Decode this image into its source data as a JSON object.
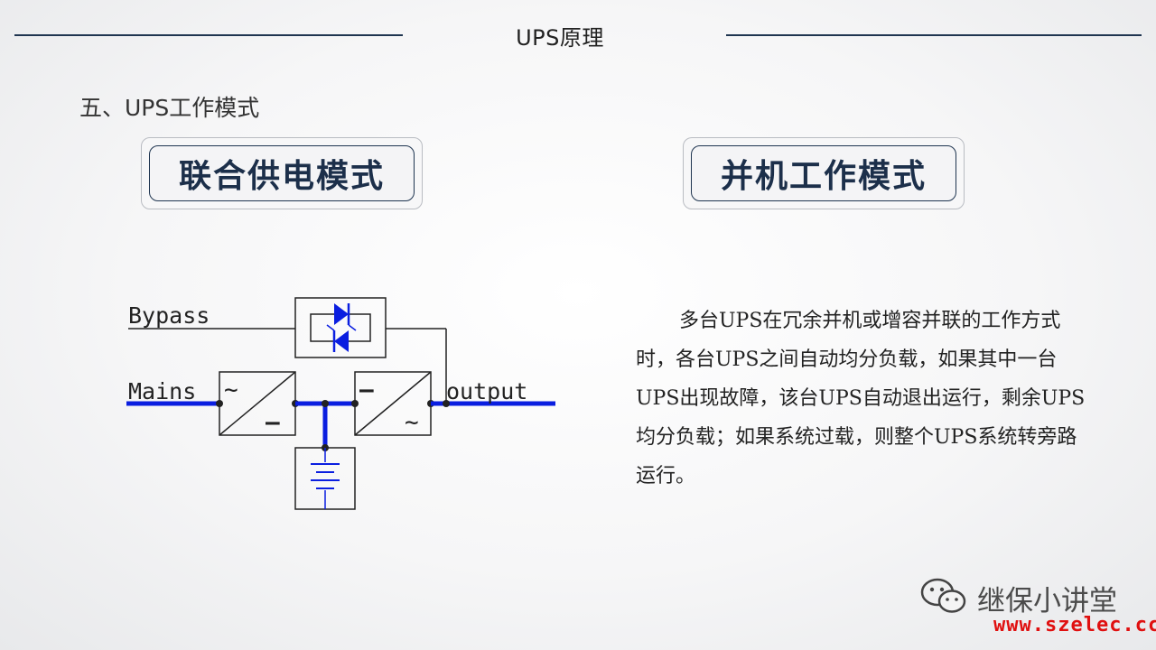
{
  "header": {
    "title": "UPS原理"
  },
  "section": {
    "heading": "五、UPS工作模式"
  },
  "modes": [
    {
      "label": "联合供电模式"
    },
    {
      "label": "并机工作模式"
    }
  ],
  "diagram": {
    "bypass_label": "Bypass",
    "mains_label": "Mains",
    "output_label": "output",
    "rectifier_in_symbol": "~",
    "rectifier_out_symbol": "—",
    "inverter_in_symbol": "—",
    "inverter_out_symbol": "~"
  },
  "description": "多台UPS在冗余并机或增容并联的工作方式时，各台UPS之间自动均分负载，如果其中一台UPS出现故障，该台UPS自动退出运行，剩余UPS均分负载；如果系统过载，则整个UPS系统转旁路运行。",
  "watermark": {
    "name": "继保小讲堂",
    "url": "www.szelec.cc",
    "icon": "wechat-icon"
  },
  "colors": {
    "navy": "#1f3550",
    "circuit_blue": "#0a1ee0",
    "watermark_red": "#e01010"
  }
}
